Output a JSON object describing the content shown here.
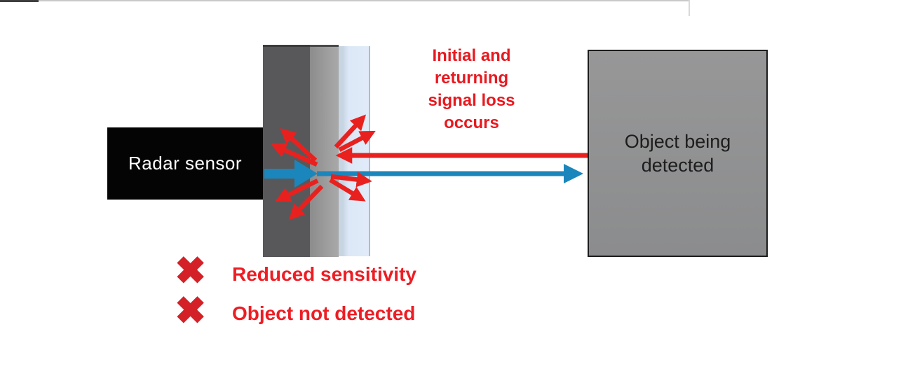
{
  "radar_sensor": {
    "label": "Radar sensor"
  },
  "object_box": {
    "lines": [
      "Object being",
      "detected"
    ]
  },
  "signal_loss_note": {
    "lines": [
      "Initial and",
      "returning",
      "signal loss",
      "occurs"
    ]
  },
  "legend": {
    "x_glyph": "✖",
    "items": [
      {
        "label": "Reduced sensitivity"
      },
      {
        "label": "Object not detected"
      }
    ]
  },
  "colors": {
    "signal_red": "#e8211f",
    "note_red": "#e8191f",
    "x_mark_red": "#d32127",
    "signal_blue": "#1b86bb",
    "wall_dark_gray": "#58585a",
    "wall_mid_gray": "#9a9a9a",
    "wall_light_blue": "#dce8f7",
    "object_fill_gray": "#8f9092",
    "radar_box_black": "#040404"
  }
}
